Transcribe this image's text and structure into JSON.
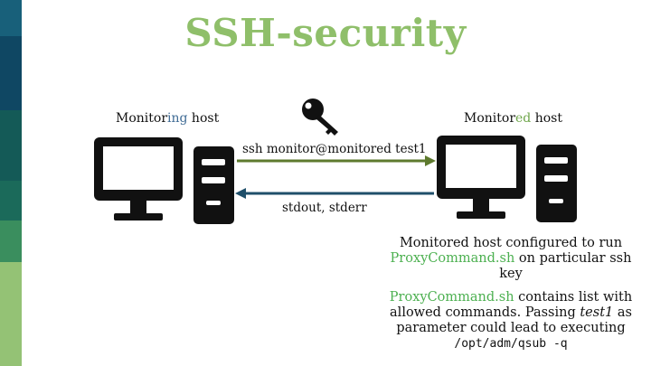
{
  "title": "SSH-security",
  "colors": {
    "title": "#8fbf6a",
    "arrow_forward": "#5e7a2e",
    "arrow_back": "#1f4f6a",
    "stripe": [
      "#18607a",
      "#0f4763",
      "#145a57",
      "#2e7a55",
      "#5aa46a",
      "#94c275"
    ]
  },
  "left_host": {
    "label_prefix": "Monitor",
    "label_highlight": "ing",
    "label_suffix": " host"
  },
  "right_host": {
    "label_prefix": "Monitor",
    "label_highlight": "ed",
    "label_suffix": " host"
  },
  "icons": {
    "key": "key-icon",
    "computer": "computer-icon"
  },
  "arrows": {
    "forward_label": "ssh monitor@monitored test1",
    "back_label": "stdout, stderr"
  },
  "note1": {
    "line1": "Monitored host configured to run",
    "cmd": "ProxyCommand.sh",
    "line2_suffix": " on particular ssh key"
  },
  "note2": {
    "cmd": "ProxyCommand.sh",
    "line1_suffix": " contains list with",
    "line2_prefix": "allowed commands. Passing ",
    "line2_italic": "test1",
    "line2_suffix": " as",
    "line3": "parameter could lead to executing",
    "line4": "/opt/adm/qsub -q"
  }
}
